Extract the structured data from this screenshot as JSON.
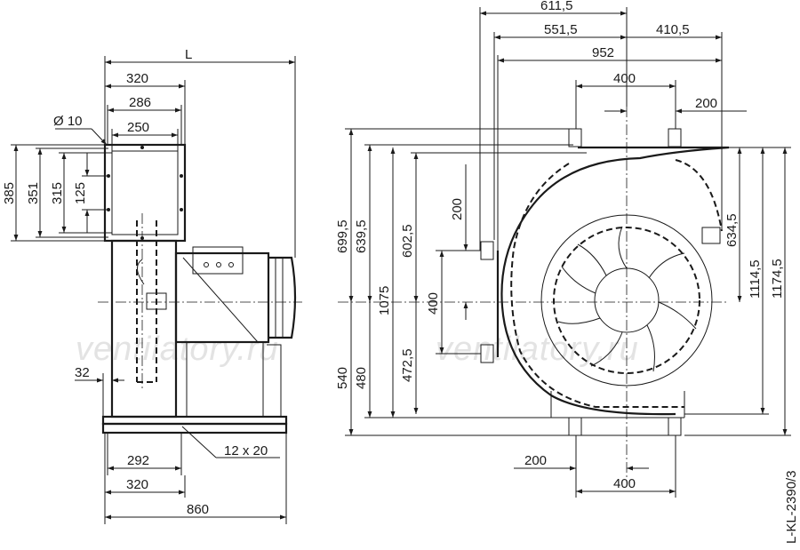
{
  "watermark": "ventilatory.ru",
  "drawing_code": "L-KL-2390/3",
  "side_view": {
    "dims": {
      "L": "L",
      "w320_top": "320",
      "w286": "286",
      "w250": "250",
      "hole": "Ø 10",
      "h385": "385",
      "h351": "351",
      "h315": "315",
      "h125": "125",
      "w32": "32",
      "w292": "292",
      "w320_bottom": "320",
      "w860": "860",
      "slot": "12 x 20"
    }
  },
  "front_view": {
    "dims": {
      "w611_5": "611,5",
      "w551_5": "551,5",
      "w410_5": "410,5",
      "w952": "952",
      "w400_top": "400",
      "w200_top": "200",
      "h699_5": "699,5",
      "h639_5": "639,5",
      "h1075": "1075",
      "h602_5": "602,5",
      "h200": "200",
      "h400": "400",
      "h540": "540",
      "h480": "480",
      "h472_5": "472,5",
      "h634_5": "634,5",
      "h1114_5": "1114,5",
      "h1174_5": "1174,5",
      "w200_bottom": "200",
      "w400_bottom": "400"
    }
  },
  "colors": {
    "line": "#1a1a1a",
    "watermark": "#e3e3e3",
    "background": "#ffffff"
  }
}
